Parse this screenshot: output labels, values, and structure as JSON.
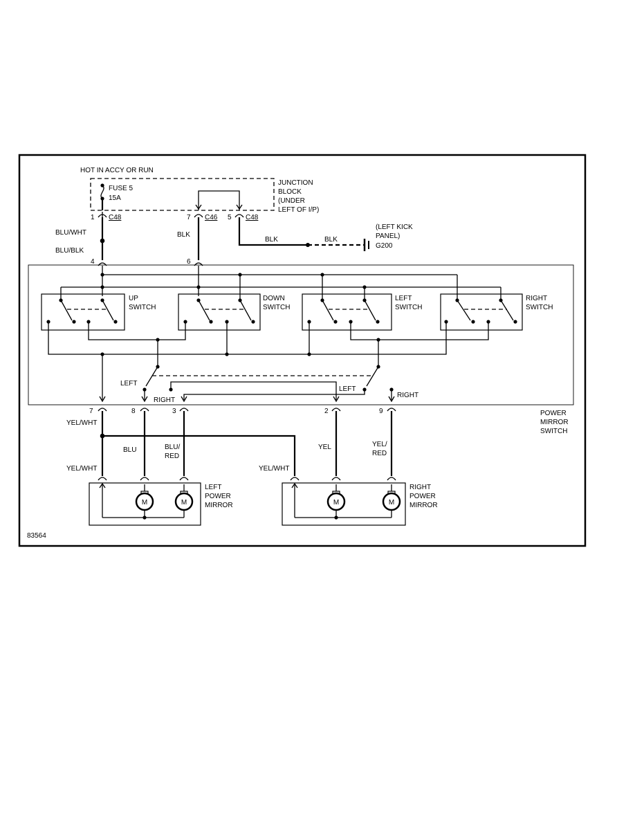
{
  "labels": {
    "hot_in": "HOT IN ACCY OR RUN",
    "fuse_name": "FUSE 5",
    "fuse_rating": "15A",
    "junction_1": "JUNCTION",
    "junction_2": "BLOCK",
    "junction_3": "(UNDER",
    "junction_4": "LEFT OF I/P)",
    "kick_1": "(LEFT KICK",
    "kick_2": "PANEL)",
    "ground": "G200",
    "pin_1": "1",
    "pin_7a": "7",
    "pin_5": "5",
    "conn_c48a": "C48",
    "conn_c46": "C46",
    "conn_c48b": "C48",
    "wire_blk_ground_1": "BLK",
    "wire_blk_ground_2": "BLK",
    "wire_blu_wht": "BLU/WHT",
    "wire_blu_blk": "BLU/BLK",
    "wire_blk": "BLK",
    "pin_4": "4",
    "pin_6": "6",
    "up_switch_1": "UP",
    "up_switch_2": "SWITCH",
    "down_switch_1": "DOWN",
    "down_switch_2": "SWITCH",
    "left_switch_1": "LEFT",
    "left_switch_2": "SWITCH",
    "right_switch_1": "RIGHT",
    "right_switch_2": "SWITCH",
    "sel_left_a": "LEFT",
    "sel_right_a": "RIGHT",
    "sel_left_b": "LEFT",
    "sel_right_b": "RIGHT",
    "pin_7b": "7",
    "pin_8": "8",
    "pin_3": "3",
    "pin_2": "2",
    "pin_9": "9",
    "pms_1": "POWER",
    "pms_2": "MIRROR",
    "pms_3": "SWITCH",
    "wire_yel_wht_a": "YEL/WHT",
    "wire_yel_wht_b": "YEL/WHT",
    "wire_yel_wht_c": "YEL/WHT",
    "wire_blu": "BLU",
    "wire_blu_red_1": "BLU/",
    "wire_blu_red_2": "RED",
    "wire_yel": "YEL",
    "wire_yel_red_1": "YEL/",
    "wire_yel_red_2": "RED",
    "lpm_1": "LEFT",
    "lpm_2": "POWER",
    "lpm_3": "MIRROR",
    "rpm_1": "RIGHT",
    "rpm_2": "POWER",
    "rpm_3": "MIRROR",
    "motor": "M",
    "figure_id": "83564"
  }
}
